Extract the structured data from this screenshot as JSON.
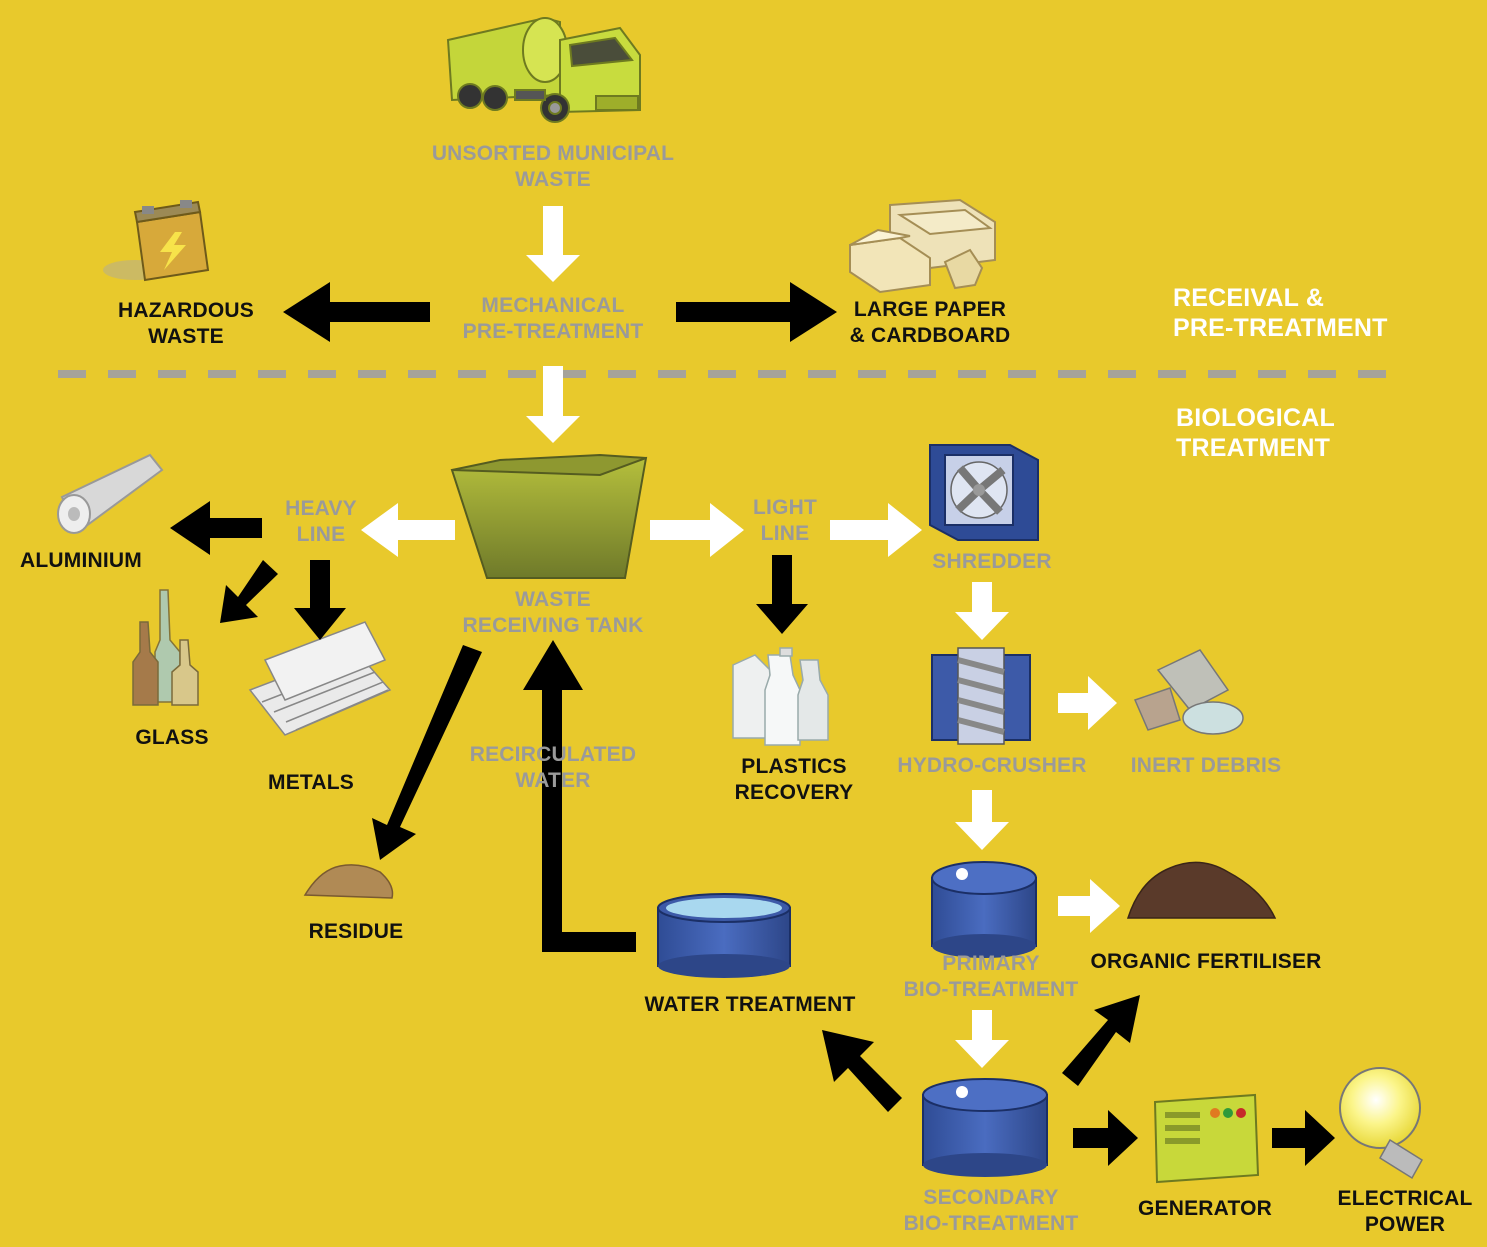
{
  "sections": {
    "receival": [
      "RECEIVAL &",
      "PRE-TREATMENT"
    ],
    "biological": [
      "BIOLOGICAL",
      "TREATMENT"
    ]
  },
  "nodes": {
    "unsorted_waste": [
      "UNSORTED MUNICIPAL",
      "WASTE"
    ],
    "mechanical_pretreatment": [
      "MECHANICAL",
      "PRE-TREATMENT"
    ],
    "hazardous_waste": [
      "HAZARDOUS",
      "WASTE"
    ],
    "large_paper": [
      "LARGE PAPER",
      "& CARDBOARD"
    ],
    "heavy_line": [
      "HEAVY",
      "LINE"
    ],
    "light_line": [
      "LIGHT",
      "LINE"
    ],
    "waste_receiving_tank": [
      "WASTE",
      "RECEIVING TANK"
    ],
    "aluminium": [
      "ALUMINIUM"
    ],
    "glass": [
      "GLASS"
    ],
    "metals": [
      "METALS"
    ],
    "residue": [
      "RESIDUE"
    ],
    "recirculated_water": [
      "RECIRCULATED",
      "WATER"
    ],
    "plastics_recovery": [
      "PLASTICS",
      "RECOVERY"
    ],
    "shredder": [
      "SHREDDER"
    ],
    "hydro_crusher": [
      "HYDRO-CRUSHER"
    ],
    "inert_debris": [
      "INERT DEBRIS"
    ],
    "primary_bio": [
      "PRIMARY",
      "BIO-TREATMENT"
    ],
    "organic_fertiliser": [
      "ORGANIC FERTILISER"
    ],
    "water_treatment": [
      "WATER TREATMENT"
    ],
    "secondary_bio": [
      "SECONDARY",
      "BIO-TREATMENT"
    ],
    "generator": [
      "GENERATOR"
    ],
    "electrical_power": [
      "ELECTRICAL",
      "POWER"
    ]
  },
  "colors": {
    "background": "#e8c92c",
    "process_label": "#9a9a9a",
    "output_label": "#111111",
    "section_label": "#ffffff",
    "flow_arrow": "#ffffff",
    "output_arrow": "#000000",
    "tank_blue": "#3a5aa8",
    "truck_green": "#c8d83a"
  },
  "icons": [
    "truck-icon",
    "battery-icon",
    "cardboard-boxes-icon",
    "waste-tank-icon",
    "aluminium-roll-icon",
    "glass-bottles-icon",
    "metal-sheets-icon",
    "residue-pile-icon",
    "plastic-bottles-icon",
    "shredder-icon",
    "hydro-crusher-icon",
    "inert-debris-icon",
    "primary-bio-tank-icon",
    "fertiliser-pile-icon",
    "water-treatment-tank-icon",
    "secondary-bio-tank-icon",
    "generator-icon",
    "lightbulb-icon"
  ]
}
